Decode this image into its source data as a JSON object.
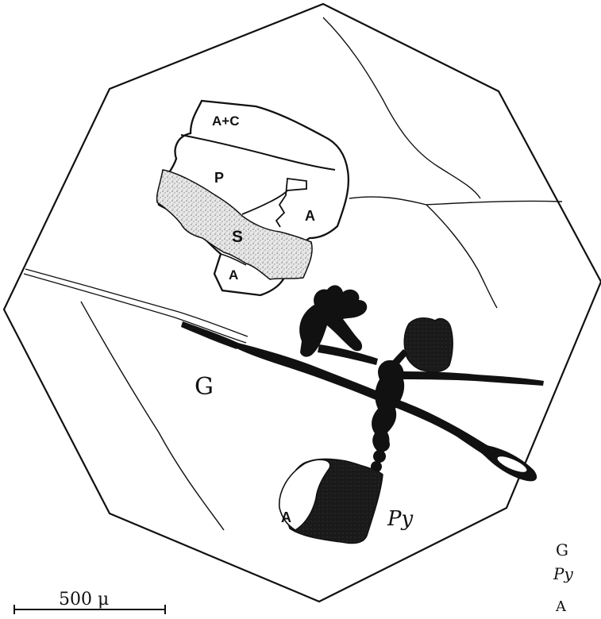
{
  "labels": {
    "grain_top_upper": "A+C",
    "grain_top_p": "P",
    "grain_top_a_right": "A",
    "grain_top_s": "S",
    "grain_top_a_bottom": "A",
    "host_matrix": "G",
    "grain_bottom_a": "A",
    "grain_bottom_py": "Py"
  },
  "legend": [
    "G",
    "Py",
    "A"
  ],
  "scale_bar": {
    "label": "500 μ"
  }
}
